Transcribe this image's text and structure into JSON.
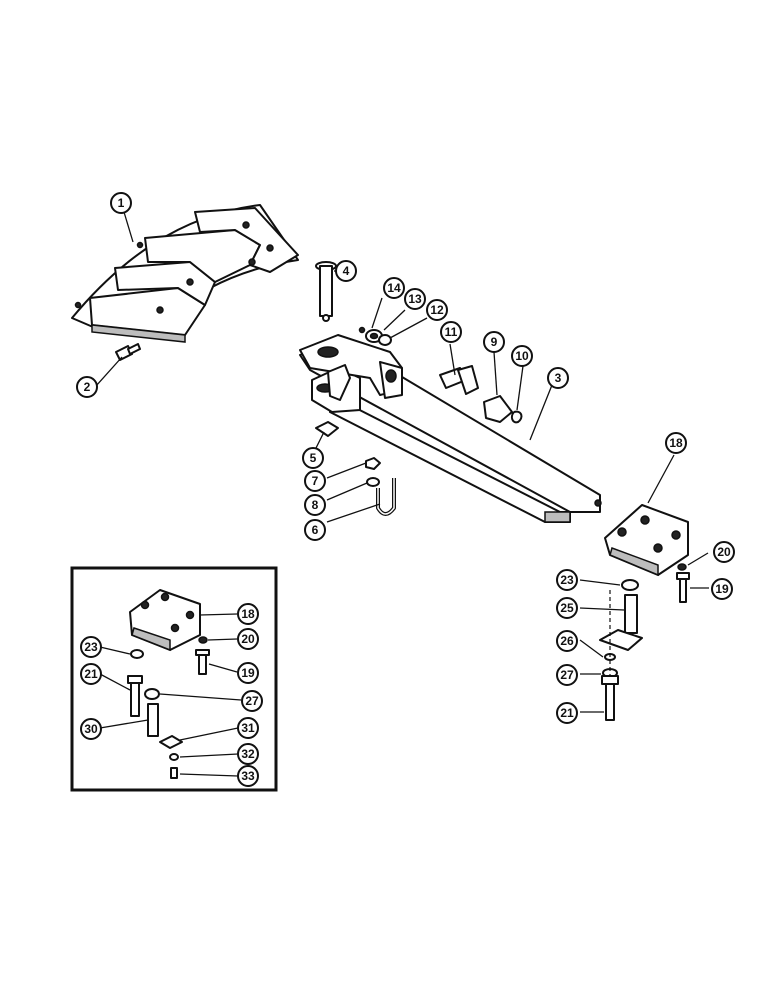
{
  "diagram": {
    "callouts": {
      "c1": "1",
      "c2": "2",
      "c3": "3",
      "c4": "4",
      "c5": "5",
      "c6": "6",
      "c7": "7",
      "c8": "8",
      "c9": "9",
      "c10": "10",
      "c11": "11",
      "c12": "12",
      "c13": "13",
      "c14": "14",
      "c18": "18",
      "c19": "19",
      "c20": "20",
      "c21": "21",
      "c23": "23",
      "c25": "25",
      "c26": "26",
      "c27": "27"
    },
    "inset_callouts": {
      "c18": "18",
      "c19": "19",
      "c20": "20",
      "c21": "21",
      "c23": "23",
      "c27": "27",
      "c30": "30",
      "c31": "31",
      "c32": "32",
      "c33": "33"
    }
  }
}
